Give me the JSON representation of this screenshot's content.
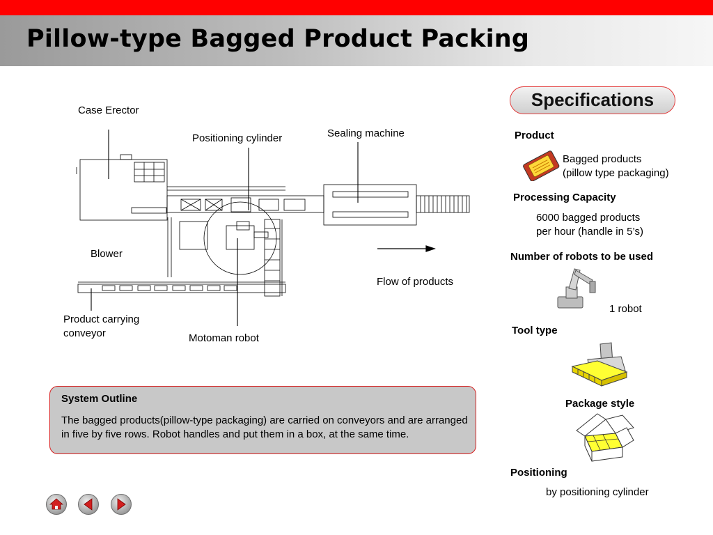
{
  "slide": {
    "title": "Pillow-type Bagged Product Packing"
  },
  "diagram": {
    "labels": {
      "case_erector": "Case Erector",
      "positioning_cylinder": "Positioning cylinder",
      "sealing_machine": "Sealing machine",
      "blower": "Blower",
      "flow_of_products": "Flow of products",
      "product_conveyor_line1": "Product carrying",
      "product_conveyor_line2": "conveyor",
      "motoman_robot": "Motoman robot"
    }
  },
  "specifications": {
    "title": "Specifications",
    "product_heading": "Product",
    "product_line1": "Bagged products",
    "product_line2": "(pillow type packaging)",
    "capacity_heading": "Processing Capacity",
    "capacity_line1": "6000 bagged products",
    "capacity_line2": "per hour (handle in 5’s)",
    "robots_heading": "Number of  robots to be used",
    "robots_value": "1 robot",
    "tool_heading": "Tool type",
    "package_heading": "Package style",
    "positioning_heading": "Positioning",
    "positioning_value": "by positioning cylinder"
  },
  "system_outline": {
    "heading": "System Outline",
    "body": "The bagged products(pillow-type packaging) are carried on conveyors and are arranged in five by five rows. Robot handles and put them in a box, at the same time."
  },
  "navigation": {
    "icons": [
      "home-icon",
      "previous-arrow-icon",
      "next-arrow-icon"
    ]
  },
  "colors": {
    "accent": "#ff0000",
    "outline_fill": "#c8c8c8",
    "package_yellow": "#ffff33"
  }
}
